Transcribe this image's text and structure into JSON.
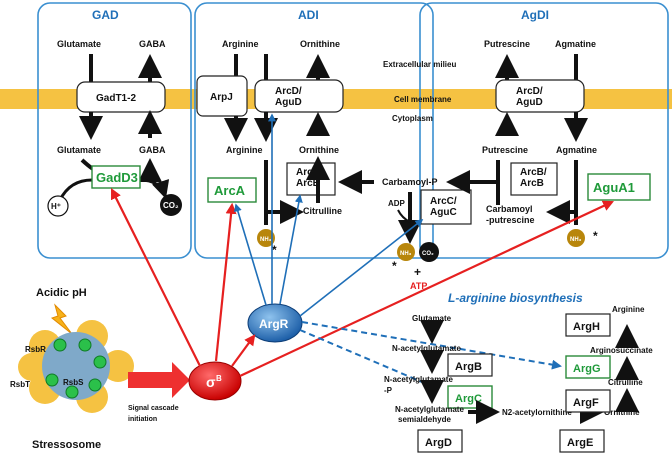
{
  "sections": {
    "gad": "GAD",
    "adi": "ADI",
    "agdi": "AgDI"
  },
  "membrane": {
    "extracellular": "Extracellular milieu",
    "cell_membrane": "Cell membrane",
    "cytoplasm": "Cytoplasm"
  },
  "gad": {
    "glutamate_out": "Glutamate",
    "gaba_out": "GABA",
    "transporter": "GadT1-2",
    "glutamate_in": "Glutamate",
    "gaba_in": "GABA",
    "enzyme": "GadD3",
    "proton": "H⁺",
    "co2": "CO₂"
  },
  "adi": {
    "arginine_out": "Arginine",
    "ornithine_out": "Ornithine",
    "arpj": "ArpJ",
    "antiporter": "ArcD/ AguD",
    "arginine_in": "Arginine",
    "ornithine_in": "Ornithine",
    "arca": "ArcA",
    "arcb": "ArcB/ ArcB",
    "citrulline": "Citrulline",
    "nh3": "NH₃",
    "star": "*"
  },
  "center": {
    "carbamoyl_p": "Carbamoyl-P",
    "adp": "ADP",
    "arcc": "ArcC/ AguC",
    "nh3": "NH₃",
    "co2": "CO₂",
    "plus": "+",
    "atp": "ATP",
    "star": "*"
  },
  "agdi": {
    "putrescine_out": "Putrescine",
    "agmatine_out": "Agmatine",
    "antiporter": "ArcD/ AguD",
    "putrescine_in": "Putrescine",
    "agmatine_in": "Agmatine",
    "arcb": "ArcB/ ArcB",
    "carbamoyl": "Carbamoyl -putrescine",
    "agua1": "AguA1",
    "nh3": "NH₃",
    "star": "*"
  },
  "regulation": {
    "acidic_ph": "Acidic pH",
    "rsbr": "RsbR",
    "rsbt": "RsbT",
    "rsbs": "RsbS",
    "stressosome": "Stressosome",
    "signal": "Signal cascade initiation",
    "sigma": "σ",
    "sigma_sup": "B",
    "argr": "ArgR"
  },
  "biosynthesis": {
    "title": "L-arginine biosynthesis",
    "glutamate": "Glutamate",
    "n_acetylglutamate": "N-acetylglutamate",
    "n_acetylglutamate_p": "N-acetylglutamate -P",
    "n_acetylglutamate_semialdehyde": "N-acetylglutamate semialdehyde",
    "n2_acetylornithine": "N2-acetylornithine",
    "ornithine": "Ornithine",
    "citrulline": "Citrulline",
    "argininosuccinate": "Arginosuccinate",
    "arginine": "Arginine",
    "argb": "ArgB",
    "argc": "ArgC",
    "argd": "ArgD",
    "arge": "ArgE",
    "argf": "ArgF",
    "argg": "ArgG",
    "argh": "ArgH"
  },
  "colors": {
    "membrane": "#f5c242",
    "panel_stroke": "#3a8fd0",
    "green_text": "#1f9a3a",
    "blue_arrow": "#1f6fb8",
    "red_arrow": "#e62020"
  }
}
